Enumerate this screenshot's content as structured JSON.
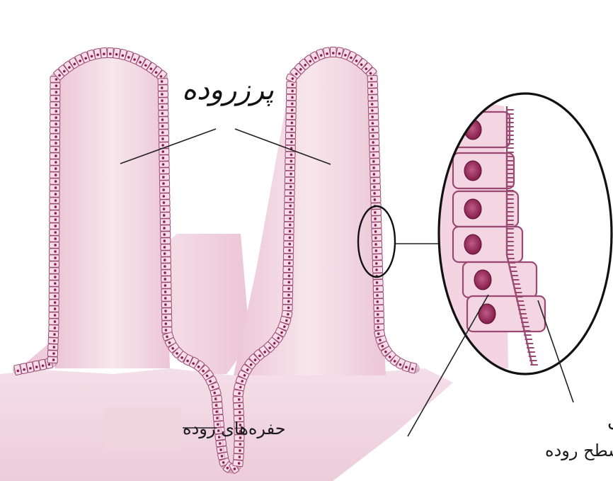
{
  "labels": {
    "villi": "پرزروده",
    "crypts": "حفره‌های روده",
    "microvilli": "میکروویلی",
    "surface_cells": "سلول‌های سطح روده"
  },
  "colors": {
    "tissue": "#f3dbe3",
    "tissue_dark": "#e8c3d1",
    "cell_border": "#9a4a72",
    "cell_fill": "#f7dde9",
    "nucleus": "#8a1f4e",
    "nucleus_light": "#c05a86",
    "line": "#222222"
  }
}
